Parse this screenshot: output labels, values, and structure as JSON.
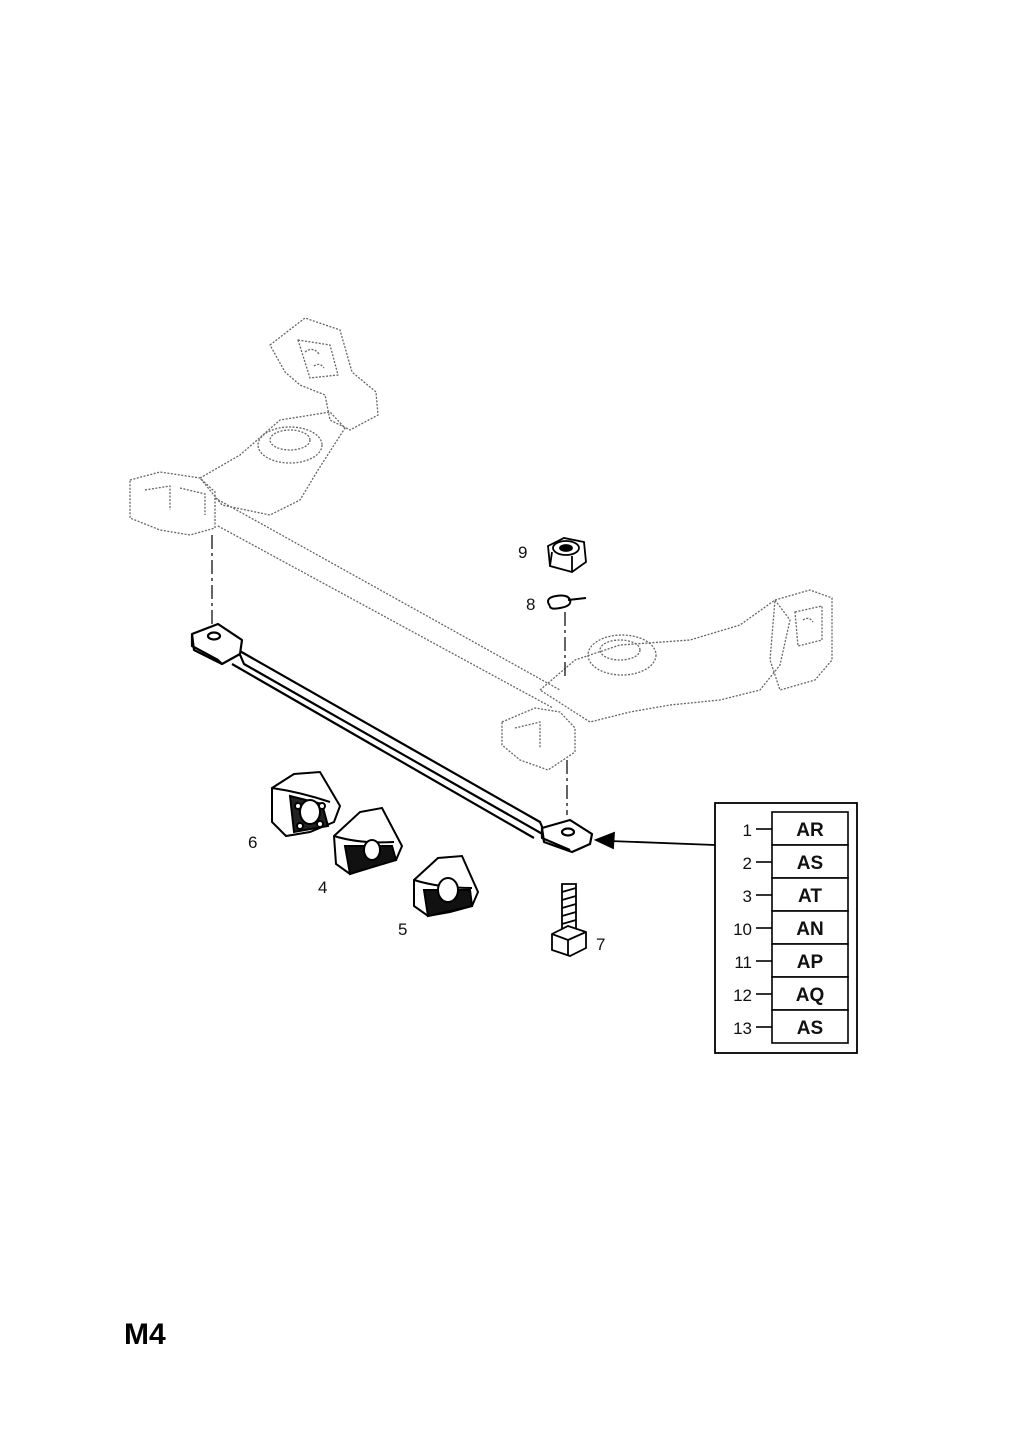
{
  "page_label": "M4",
  "parts": [
    {
      "number": "9",
      "name": "nut-icon"
    },
    {
      "number": "8",
      "name": "washer-icon"
    },
    {
      "number": "6",
      "name": "mount-block-ribbed-icon"
    },
    {
      "number": "4",
      "name": "mount-block-icon"
    },
    {
      "number": "5",
      "name": "mount-block-icon"
    },
    {
      "number": "7",
      "name": "bolt-icon"
    }
  ],
  "reference_table": [
    {
      "number": "1",
      "code": "AR"
    },
    {
      "number": "2",
      "code": "AS"
    },
    {
      "number": "3",
      "code": "AT"
    },
    {
      "number": "10",
      "code": "AN"
    },
    {
      "number": "11",
      "code": "AP"
    },
    {
      "number": "12",
      "code": "AQ"
    },
    {
      "number": "13",
      "code": "AS"
    }
  ]
}
